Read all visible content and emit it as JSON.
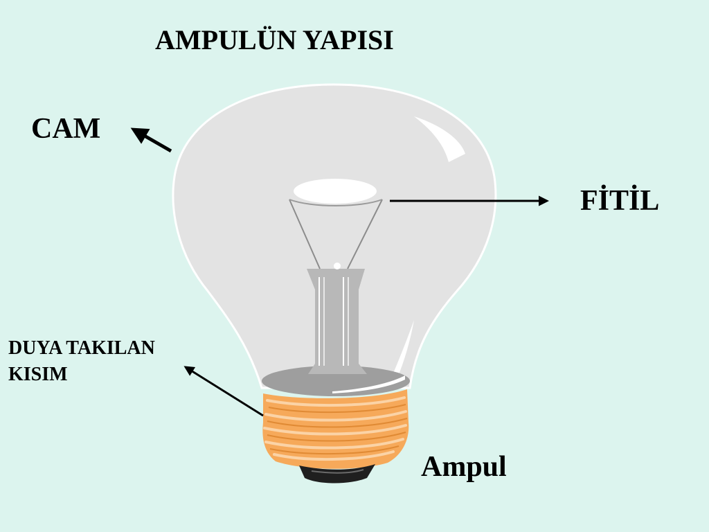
{
  "slide": {
    "title": "AMPULÜN YAPISI",
    "labels": {
      "glass": "CAM",
      "filament": "FİTİL",
      "base_line1": "DUYA TAKILAN",
      "base_line2": "KISIM",
      "bulb": "Ampul"
    }
  },
  "colors": {
    "background": "#dcf4ee",
    "glass": "#e3e3e3",
    "glass_edge": "#ffffff",
    "stem": "#b8b8b8",
    "screw_base": "#f6a95a",
    "screw_thread": "#fbd3a6",
    "contact": "#1f1f1f",
    "arrow": "#000000"
  }
}
